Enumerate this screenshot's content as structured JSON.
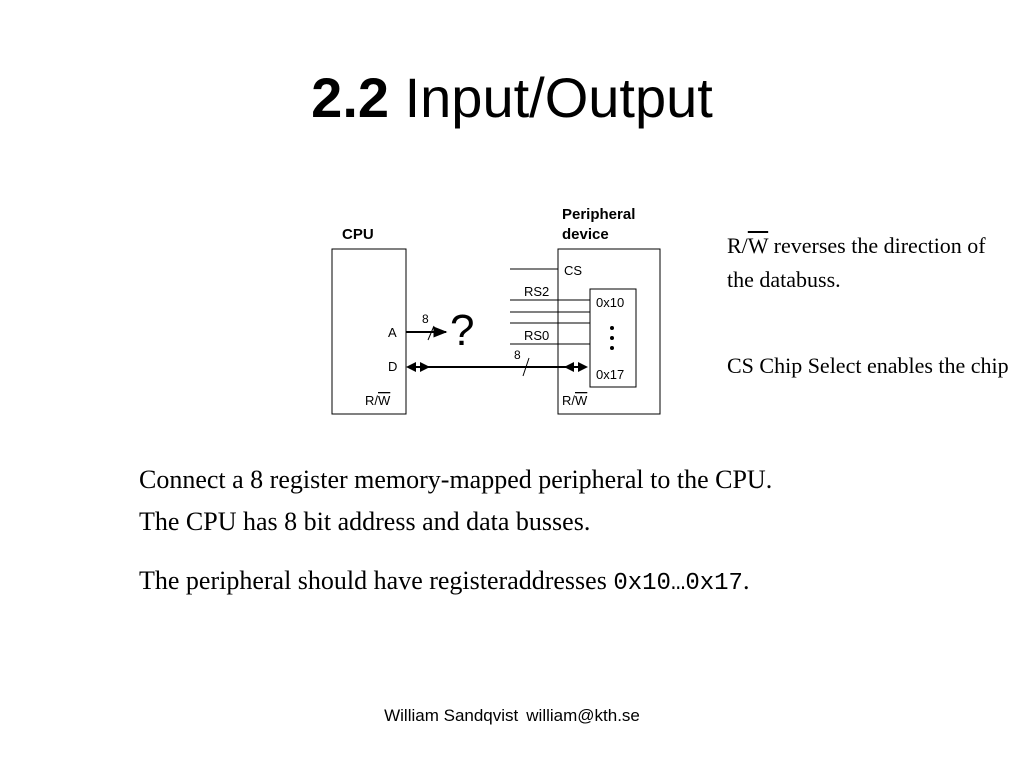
{
  "slide": {
    "title_number": "2.2",
    "title_text": "Input/Output"
  },
  "diagram": {
    "cpu_label": "CPU",
    "peripheral_label_line1": "Peripheral",
    "peripheral_label_line2": "device",
    "cpu_pins": {
      "a": "A",
      "d": "D",
      "r": "R/",
      "w": "W"
    },
    "peripheral_pins": {
      "cs": "CS",
      "rs2": "RS2",
      "rs0": "RS0",
      "r": "R/",
      "w": "W"
    },
    "registers": {
      "first": "0x10",
      "last": "0x17"
    },
    "address_bus_width": "8",
    "data_bus_width": "8",
    "question_mark": "?"
  },
  "notes": {
    "rw_r": "R/",
    "rw_w": "W",
    "rw_text": " reverses the direction of the databuss.",
    "cs_text": "CS Chip Select enables the chip"
  },
  "body": {
    "line1": "Connect a 8 register memory-mapped peripheral to the CPU.",
    "line2": "The CPU has 8 bit address and data busses.",
    "line3_prefix": "The peripheral should have registeraddresses ",
    "line3_code": "0x10…0x17",
    "line3_suffix": "."
  },
  "footer": {
    "name": "William Sandqvist",
    "email": "william@kth.se"
  }
}
